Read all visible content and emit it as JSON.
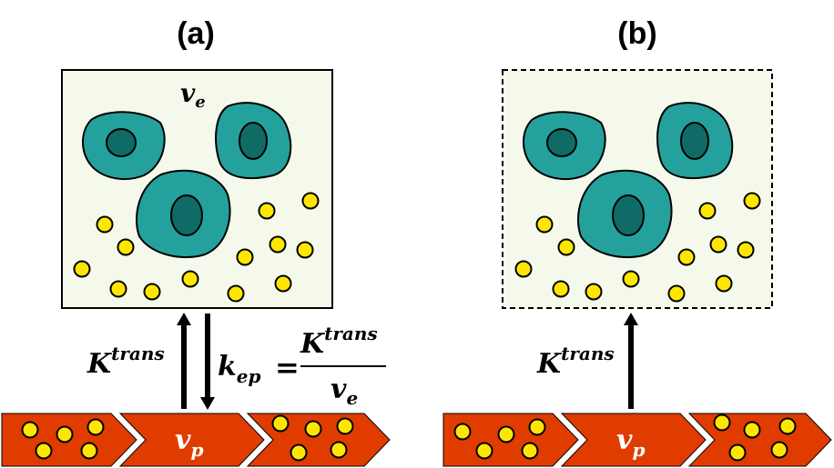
{
  "panels": {
    "a": {
      "label": "(a)"
    },
    "b": {
      "label": "(b)"
    }
  },
  "symbols": {
    "ve": {
      "base": "v",
      "sub": "e"
    },
    "vp": {
      "base": "v",
      "sub": "p"
    },
    "ktrans": {
      "base": "K",
      "sup": "trans"
    },
    "kep": {
      "base": "k",
      "sub": "ep",
      "equals": "="
    }
  },
  "colors": {
    "tissue_fill": "#f5f9ec",
    "cell_fill": "#24a19c",
    "nucleus_fill": "#0f6b66",
    "particle_fill": "#ffe600",
    "vessel_fill": "#e03c00"
  }
}
